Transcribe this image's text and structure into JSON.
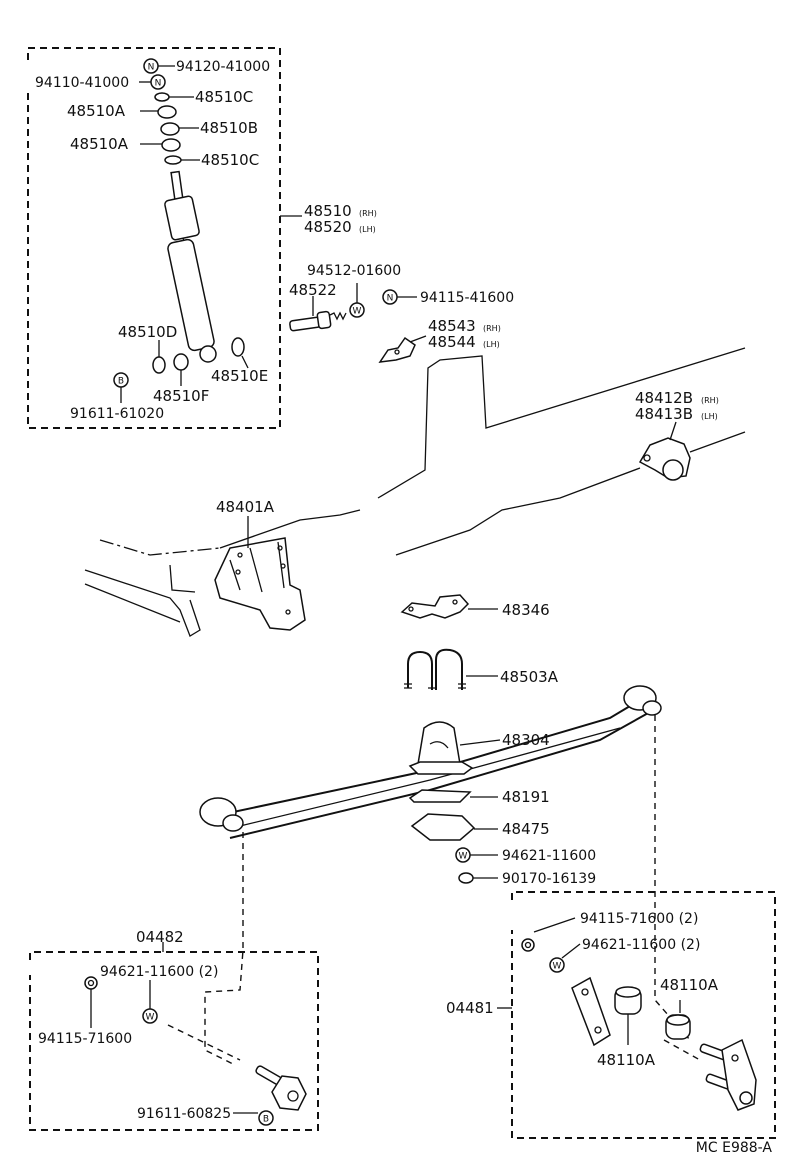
{
  "labels": {
    "p94120_41000": "94120-41000",
    "p94110_41000": "94110-41000",
    "p48510C_a": "48510C",
    "p48510A_a": "48510A",
    "p48510B": "48510B",
    "p48510A_b": "48510A",
    "p48510C_b": "48510C",
    "p48510": "48510",
    "p48520": "48520",
    "p48510D": "48510D",
    "p48510E": "48510E",
    "p48510F": "48510F",
    "p91611_61020": "91611-61020",
    "p94512_01600": "94512-01600",
    "p48522": "48522",
    "p94115_41600": "94115-41600",
    "p48543": "48543",
    "p48544": "48544",
    "p48412B": "48412B",
    "p48413B": "48413B",
    "p48401A": "48401A",
    "p48346": "48346",
    "p48503A": "48503A",
    "p48304": "48304",
    "p48191": "48191",
    "p48475": "48475",
    "p94621_11600_a": "94621-11600",
    "p90170_16139": "90170-16139",
    "p04482": "04482",
    "p94621_11600_b": "94621-11600 (2)",
    "p94115_71600_a": "94115-71600",
    "p91611_60825": "91611-60825",
    "p04481": "04481",
    "p94115_71600_b": "94115-71600 (2)",
    "p94621_11600_c": "94621-11600 (2)",
    "p48110A_a": "48110A",
    "p48110A_b": "48110A",
    "rh": "(RH)",
    "lh": "(LH)",
    "footer_code": "MC E988-A"
  },
  "symbols": {
    "nut_letter": "N",
    "washer_letter": "W",
    "bolt_letter": "B"
  }
}
